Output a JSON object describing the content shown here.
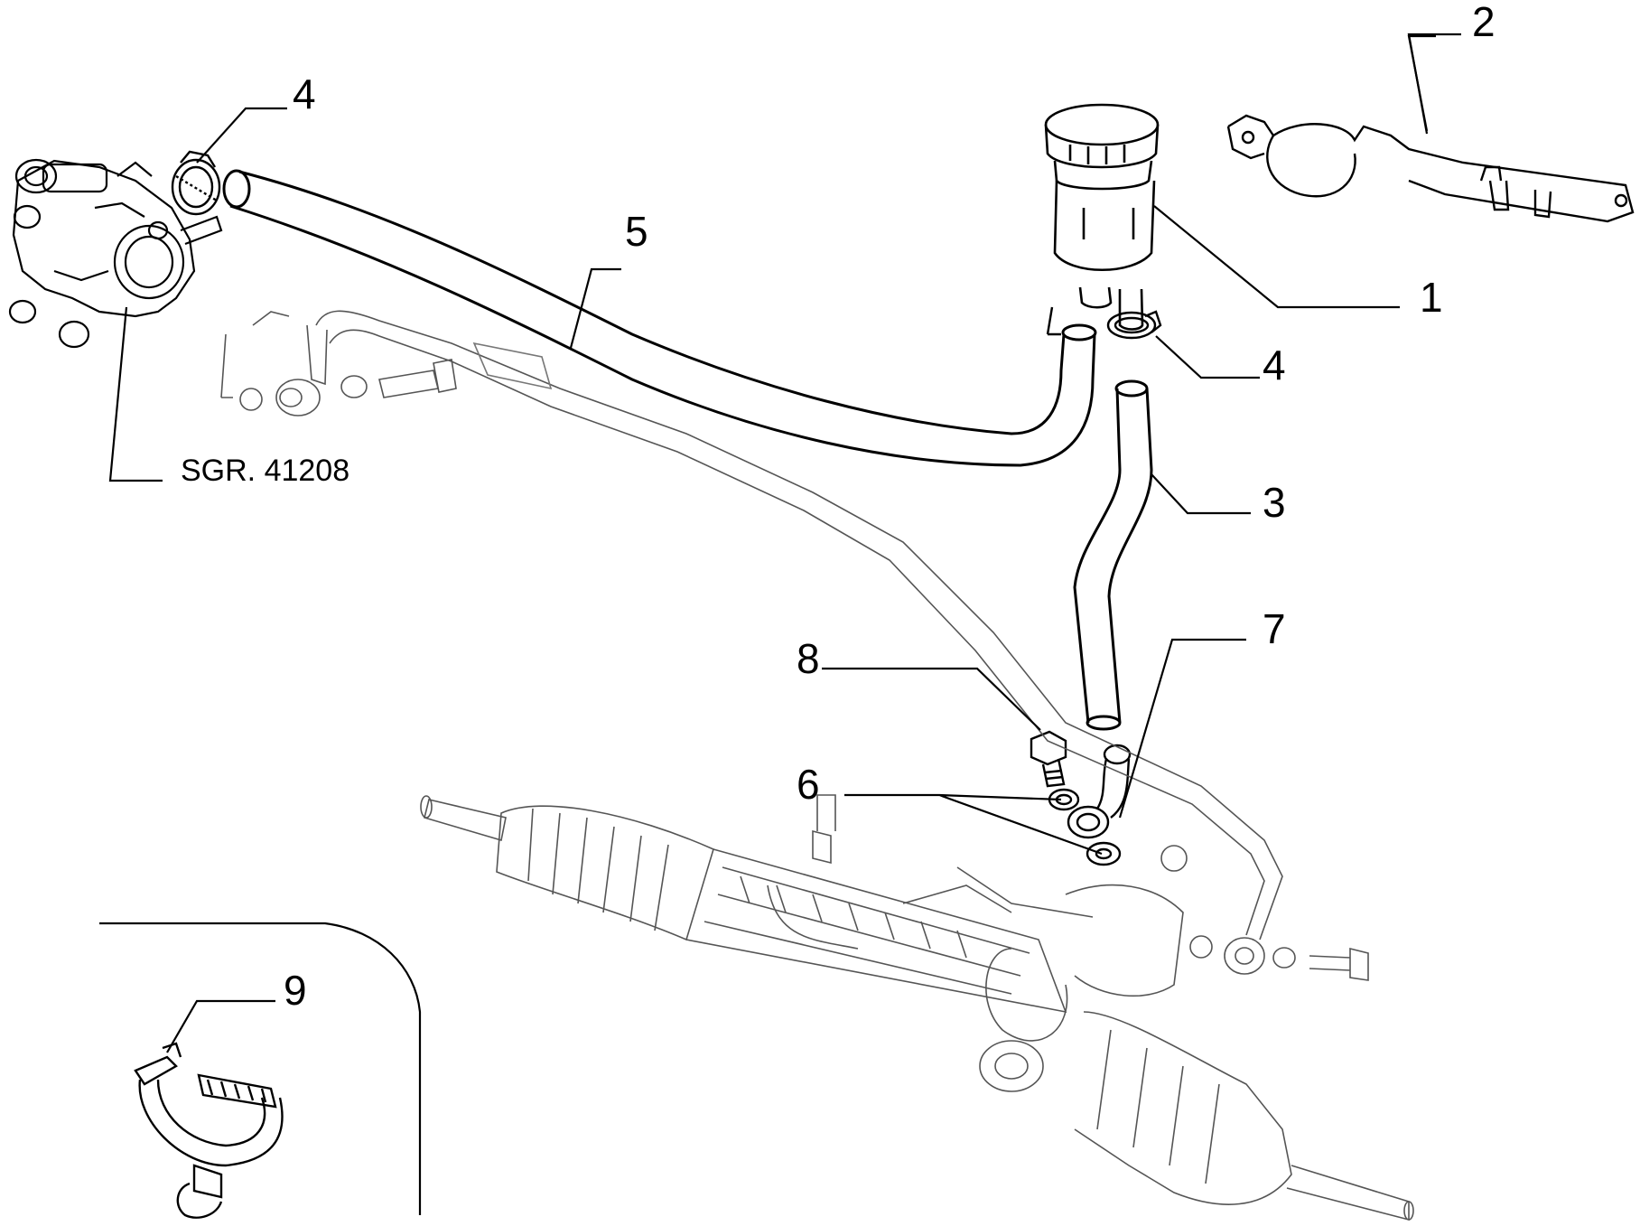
{
  "callouts": [
    {
      "id": "1",
      "label": "1"
    },
    {
      "id": "2",
      "label": "2"
    },
    {
      "id": "3",
      "label": "3"
    },
    {
      "id": "4a",
      "label": "4"
    },
    {
      "id": "4b",
      "label": "4"
    },
    {
      "id": "5",
      "label": "5"
    },
    {
      "id": "6",
      "label": "6"
    },
    {
      "id": "7",
      "label": "7"
    },
    {
      "id": "8",
      "label": "8"
    },
    {
      "id": "9",
      "label": "9"
    }
  ],
  "reference": {
    "label": "SGR. 41208"
  },
  "colors": {
    "line": "#000000",
    "faint": "#555555",
    "background": "#ffffff"
  }
}
